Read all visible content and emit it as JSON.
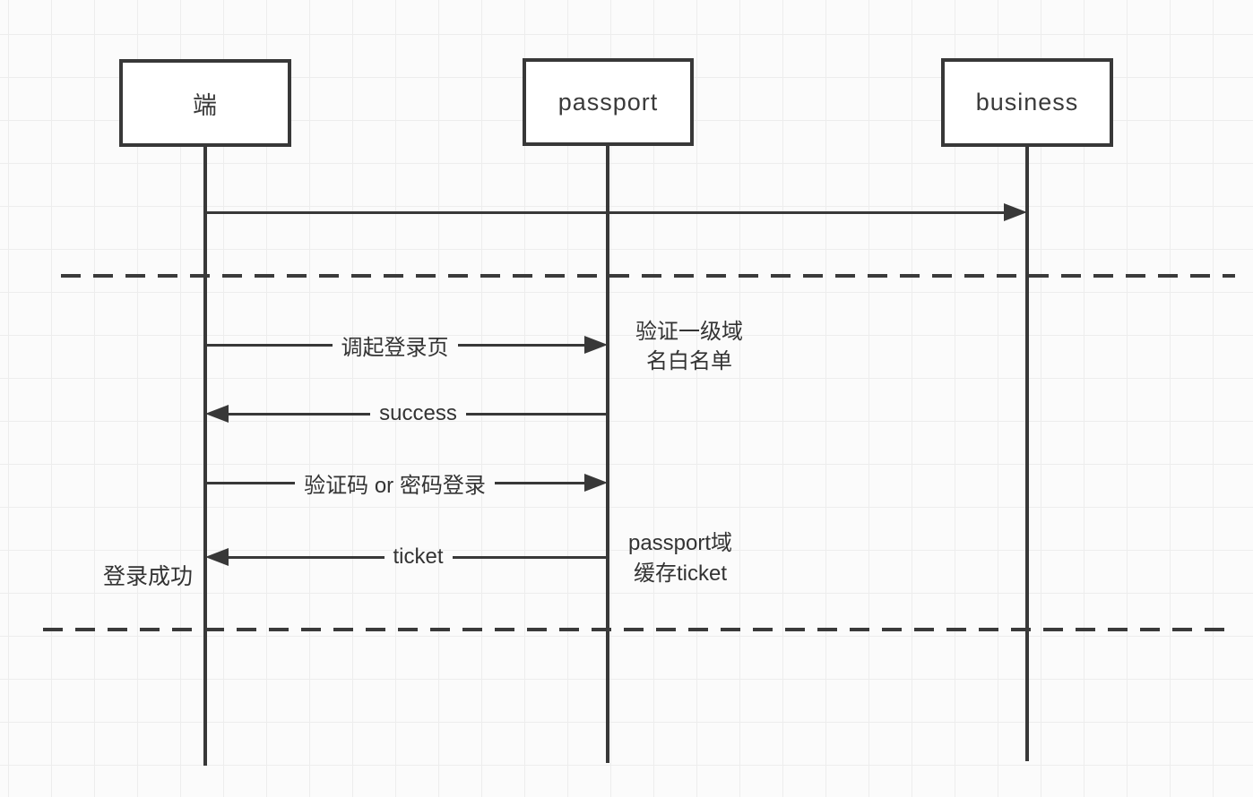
{
  "diagram": {
    "type": "sequence-diagram",
    "actors": [
      {
        "id": "client",
        "label": "端"
      },
      {
        "id": "passport",
        "label": "passport"
      },
      {
        "id": "business",
        "label": "business"
      }
    ],
    "messages": [
      {
        "from": "端",
        "to": "business",
        "label": ""
      },
      {
        "from": "端",
        "to": "passport",
        "label": "调起登录页"
      },
      {
        "from": "passport",
        "to": "端",
        "label": "success"
      },
      {
        "from": "端",
        "to": "passport",
        "label": "验证码 or 密码登录"
      },
      {
        "from": "passport",
        "to": "端",
        "label": "ticket"
      }
    ],
    "annotations": [
      {
        "position": "right-of-passport",
        "lines": [
          "验证一级域",
          "名白名单"
        ]
      },
      {
        "position": "right-of-passport",
        "lines": [
          "passport域",
          "缓存ticket"
        ]
      },
      {
        "position": "left-of-client",
        "lines": [
          "登录成功"
        ]
      }
    ],
    "separators": 2
  },
  "colors": {
    "line": "#383838",
    "grid": "#ededed",
    "background": "#fbfbfb",
    "box_fill": "#ffffff"
  }
}
